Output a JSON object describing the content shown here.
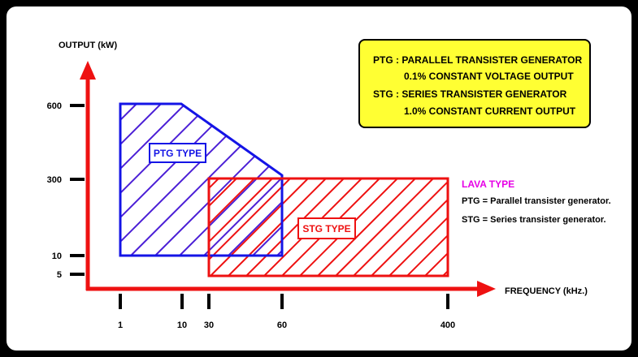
{
  "axes": {
    "y_label": "OUTPUT (kW)",
    "x_label": "FREQUENCY (kHz.)",
    "y_ticks": [
      "600",
      "300",
      "10",
      "5"
    ],
    "x_ticks": [
      "1",
      "10",
      "30",
      "60",
      "400"
    ]
  },
  "regions": {
    "ptg": {
      "label": "PTG TYPE",
      "color": "#1414e6"
    },
    "stg": {
      "label": "STG TYPE",
      "color": "#ee1111"
    }
  },
  "legend": {
    "line1": "PTG : PARALLEL TRANSISTER GENERATOR",
    "line2": "0.1% CONSTANT VOLTAGE OUTPUT",
    "line3": "STG : SERIES TRANSISTER GENERATOR",
    "line4": "1.0% CONSTANT CURRENT OUTPUT",
    "background": "#ffff33"
  },
  "side_notes": {
    "title": "LAVA TYPE",
    "ptg": "PTG = Parallel transister generator.",
    "stg": "STG = Series transister generator.",
    "title_color": "#e600e6"
  },
  "colors": {
    "axis": "#ee1111",
    "ptg_hatch": "#4b1fd6",
    "stg_hatch": "#ee1111"
  }
}
